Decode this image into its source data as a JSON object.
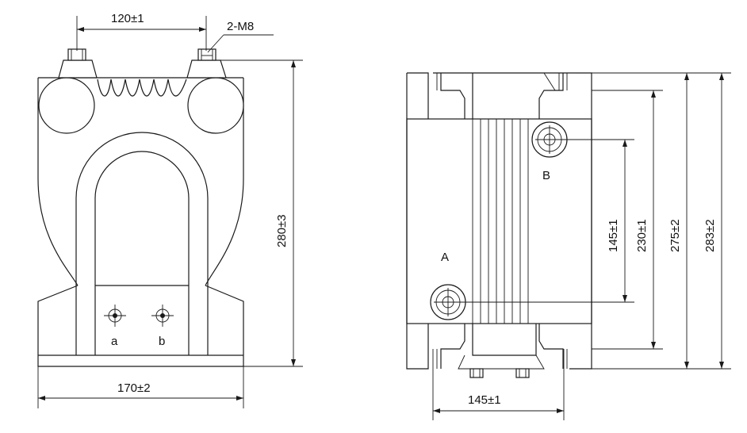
{
  "front_view": {
    "dim_top": "120±1",
    "thread_callout": "2-M8",
    "dim_height": "280±3",
    "dim_width": "170±2",
    "terminal_a": "a",
    "terminal_b": "b"
  },
  "side_view": {
    "terminal_A": "A",
    "terminal_B": "B",
    "dim_145_v": "145±1",
    "dim_230": "230±1",
    "dim_275": "275±2",
    "dim_283": "283±2",
    "dim_145_h": "145±1"
  },
  "colors": {
    "line": "#1a1a1a",
    "background": "#ffffff"
  }
}
